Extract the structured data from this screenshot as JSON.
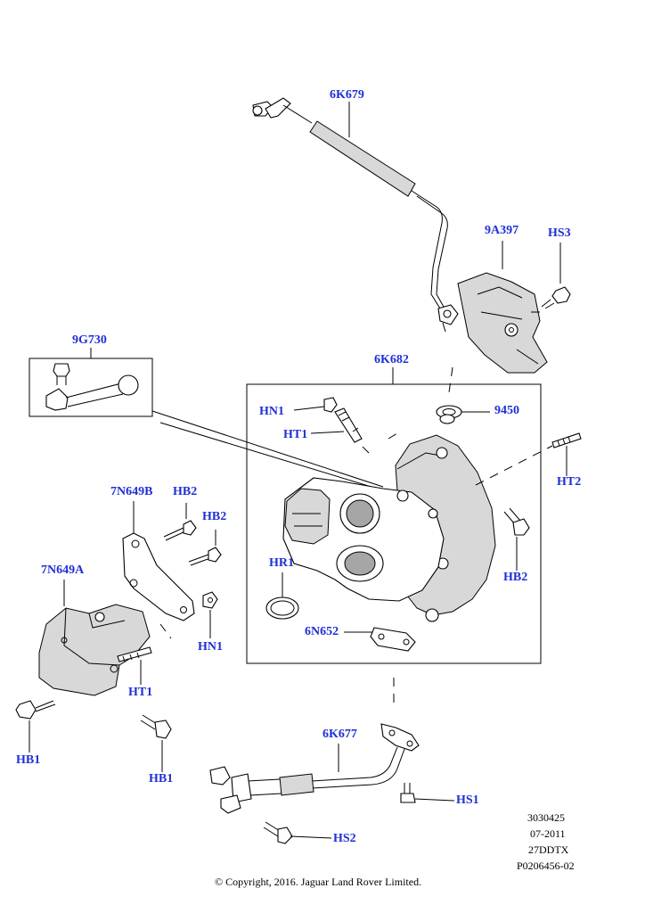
{
  "callouts": {
    "c_6K679": "6K679",
    "c_9A397": "9A397",
    "c_HS3": "HS3",
    "c_9G730": "9G730",
    "c_6K682": "6K682",
    "c_HN1_top": "HN1",
    "c_9450": "9450",
    "c_HT1_top": "HT1",
    "c_HT2": "HT2",
    "c_7N649B": "7N649B",
    "c_HB2_a": "HB2",
    "c_HB2_b": "HB2",
    "c_HB2_c": "HB2",
    "c_7N649A": "7N649A",
    "c_HR1": "HR1",
    "c_HN1_bot": "HN1",
    "c_6N652": "6N652",
    "c_HT1_bot": "HT1",
    "c_HB1_a": "HB1",
    "c_HB1_b": "HB1",
    "c_6K677": "6K677",
    "c_HS1": "HS1",
    "c_HS2": "HS2"
  },
  "meta": {
    "code1": "3030425",
    "code2": "07-2011",
    "code3": "27DDTX",
    "code4": "P0206456-02"
  },
  "copyright": "© Copyright, 2016. Jaguar Land Rover Limited.",
  "colors": {
    "callout": "#1f2fd6",
    "line": "#000000",
    "shade": "#d8d8d8"
  }
}
